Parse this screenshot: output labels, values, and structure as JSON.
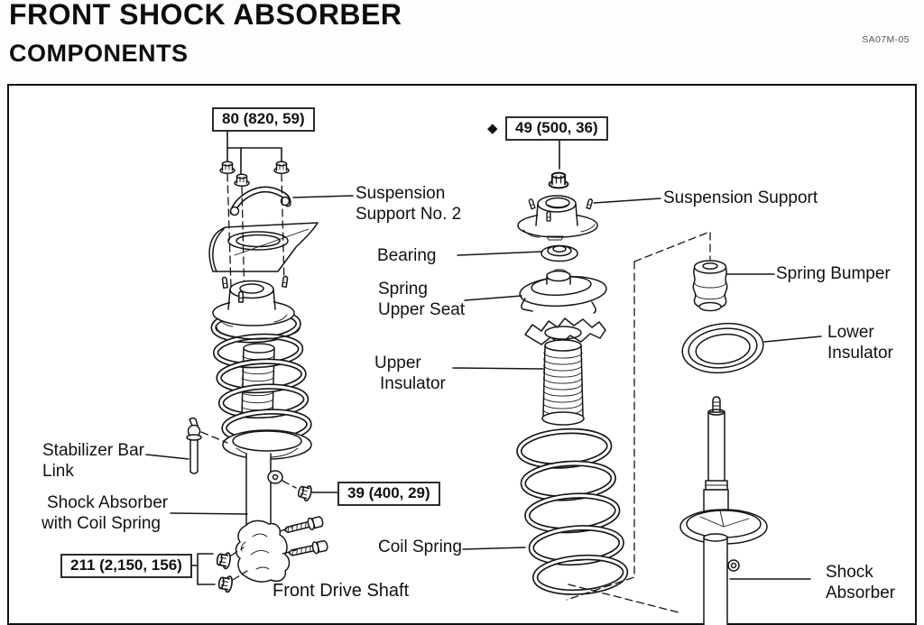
{
  "page": {
    "title_line1": "FRONT SHOCK ABSORBER",
    "title_line2": "COMPONENTS",
    "doc_code": "SA07M-05"
  },
  "torque_specs": {
    "suspension_support_no2_nuts": {
      "value": "80 (820, 59)"
    },
    "piston_rod_nut": {
      "value": "49 (500, 36)",
      "marker": "◆"
    },
    "stabilizer_link_nut": {
      "value": "39 (400, 29)"
    },
    "knuckle_bracket_bolts": {
      "value": "211 (2,150, 156)"
    }
  },
  "part_labels": {
    "suspension_support_no2": {
      "line1": "Suspension",
      "line2": "Support No. 2"
    },
    "suspension_support": {
      "text": "Suspension Support"
    },
    "bearing": {
      "text": "Bearing"
    },
    "spring_upper_seat": {
      "line1": "Spring",
      "line2": "Upper Seat"
    },
    "upper_insulator": {
      "line1": "Upper",
      "line2": "Insulator"
    },
    "spring_bumper": {
      "text": "Spring Bumper"
    },
    "lower_insulator": {
      "line1": "Lower",
      "line2": "Insulator"
    },
    "stabilizer_bar_link": {
      "line1": "Stabilizer Bar",
      "line2": "Link"
    },
    "shock_absorber_with_coil_spring": {
      "line1": "Shock Absorber",
      "line2": "with Coil Spring"
    },
    "coil_spring": {
      "text": "Coil Spring"
    },
    "front_drive_shaft": {
      "text": "Front Drive Shaft"
    },
    "shock_absorber": {
      "line1": "Shock",
      "line2": "Absorber"
    }
  }
}
